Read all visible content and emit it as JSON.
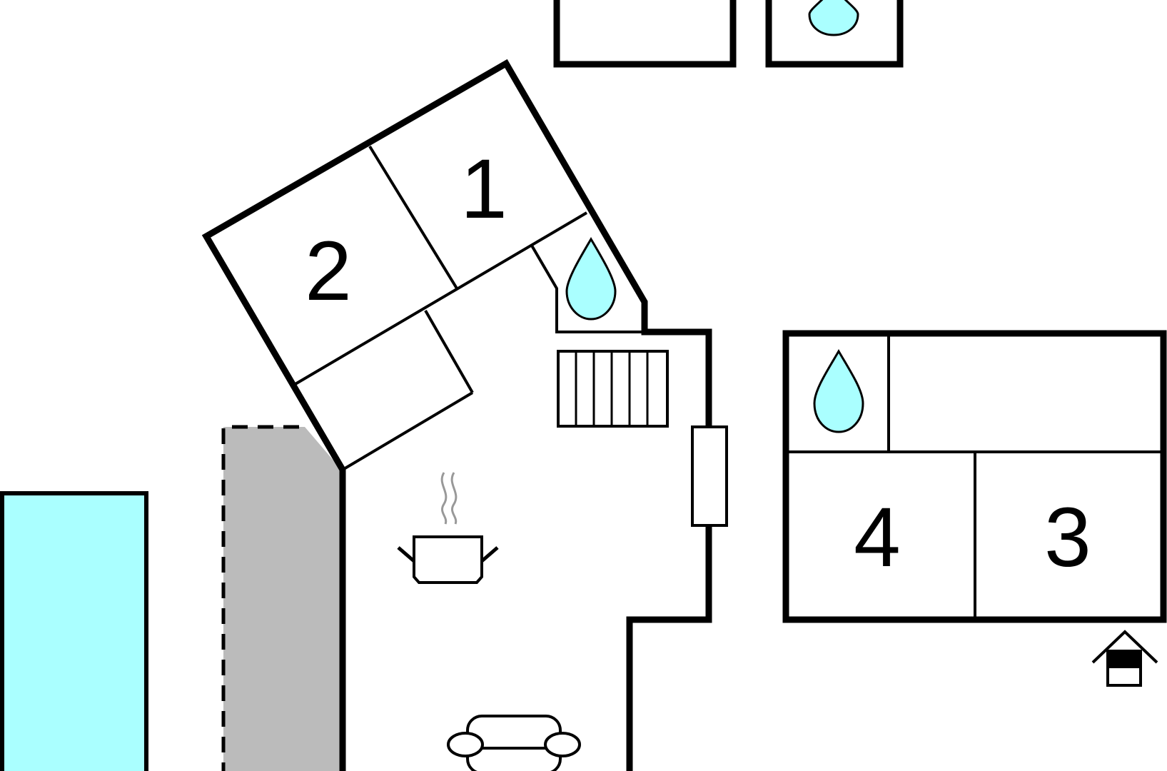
{
  "floor_plan": {
    "rooms": [
      {
        "id": "bedroom-1",
        "label": "1"
      },
      {
        "id": "bedroom-2",
        "label": "2"
      },
      {
        "id": "bedroom-3",
        "label": "3"
      },
      {
        "id": "bedroom-4",
        "label": "4"
      }
    ],
    "icons": [
      "water-drop-icon",
      "water-drop-icon",
      "water-drop-icon",
      "stairs-icon",
      "cooking-pot-icon",
      "sofa-icon",
      "house-entrance-icon"
    ],
    "colors": {
      "wall": "#000000",
      "pool": "#aaffff",
      "water_drop": "#aaffff",
      "terrace": "#bbbbbb",
      "steam": "#999999"
    }
  }
}
